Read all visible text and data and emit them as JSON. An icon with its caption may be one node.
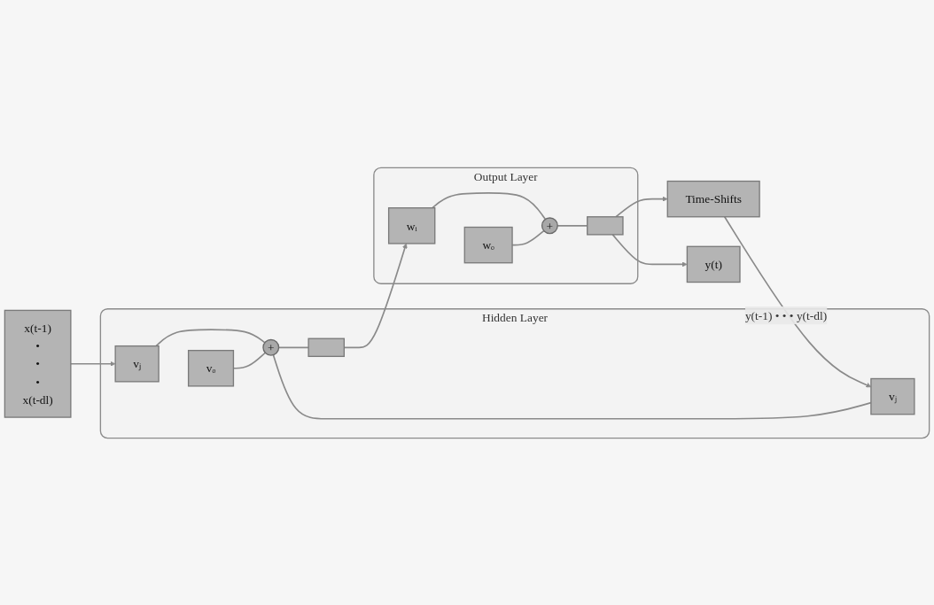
{
  "diagram": {
    "nodes": [
      {
        "text": [
          "x(t-1)",
          "•",
          "•",
          "•",
          "x(t-dl)"
        ]
      },
      {
        "text": [
          "Hidden Layer"
        ]
      },
      {
        "text": [
          "vⱼ"
        ],
        "in": 1
      },
      {
        "text": [
          "vⱼ"
        ],
        "in": 1
      },
      {
        "text": [
          "vₒ"
        ],
        "in": 1
      },
      {
        "text": [
          "+"
        ],
        "in": 1
      },
      {
        "text": [],
        "shape": "box",
        "in": 1
      },
      {
        "text": [
          "Output Layer"
        ]
      },
      {
        "text": [
          "wᵢ"
        ],
        "in": 7
      },
      {
        "text": [
          "wₒ"
        ],
        "in": 7
      },
      {
        "text": [
          "+"
        ],
        "in": 7
      },
      {
        "text": [],
        "shape": "box",
        "in": 7
      },
      {
        "text": [
          "y(t)"
        ]
      },
      {
        "text": [
          "Time-Shifts"
        ]
      }
    ],
    "edges": [
      {
        "from": 0,
        "to": 2,
        "arrow": "to"
      },
      {
        "from": 2,
        "to": 5,
        "arrow": "none"
      },
      {
        "from": 3,
        "to": 5,
        "arrow": "none"
      },
      {
        "from": 4,
        "to": 5,
        "arrow": "none"
      },
      {
        "from": 5,
        "to": 6,
        "arrow": "none"
      },
      {
        "from": 6,
        "to": 8,
        "arrow": "to"
      },
      {
        "from": 8,
        "to": 10,
        "arrow": "none"
      },
      {
        "from": 9,
        "to": 10,
        "arrow": "none"
      },
      {
        "from": 10,
        "to": 11,
        "arrow": "none"
      },
      {
        "from": 11,
        "to": 12,
        "arrow": "to"
      },
      {
        "from": 11,
        "to": 13,
        "arrow": "to"
      },
      {
        "from": 13,
        "to": 3,
        "arrow": "to",
        "label": "y(t-1) • • • y(t-dl)"
      }
    ]
  }
}
